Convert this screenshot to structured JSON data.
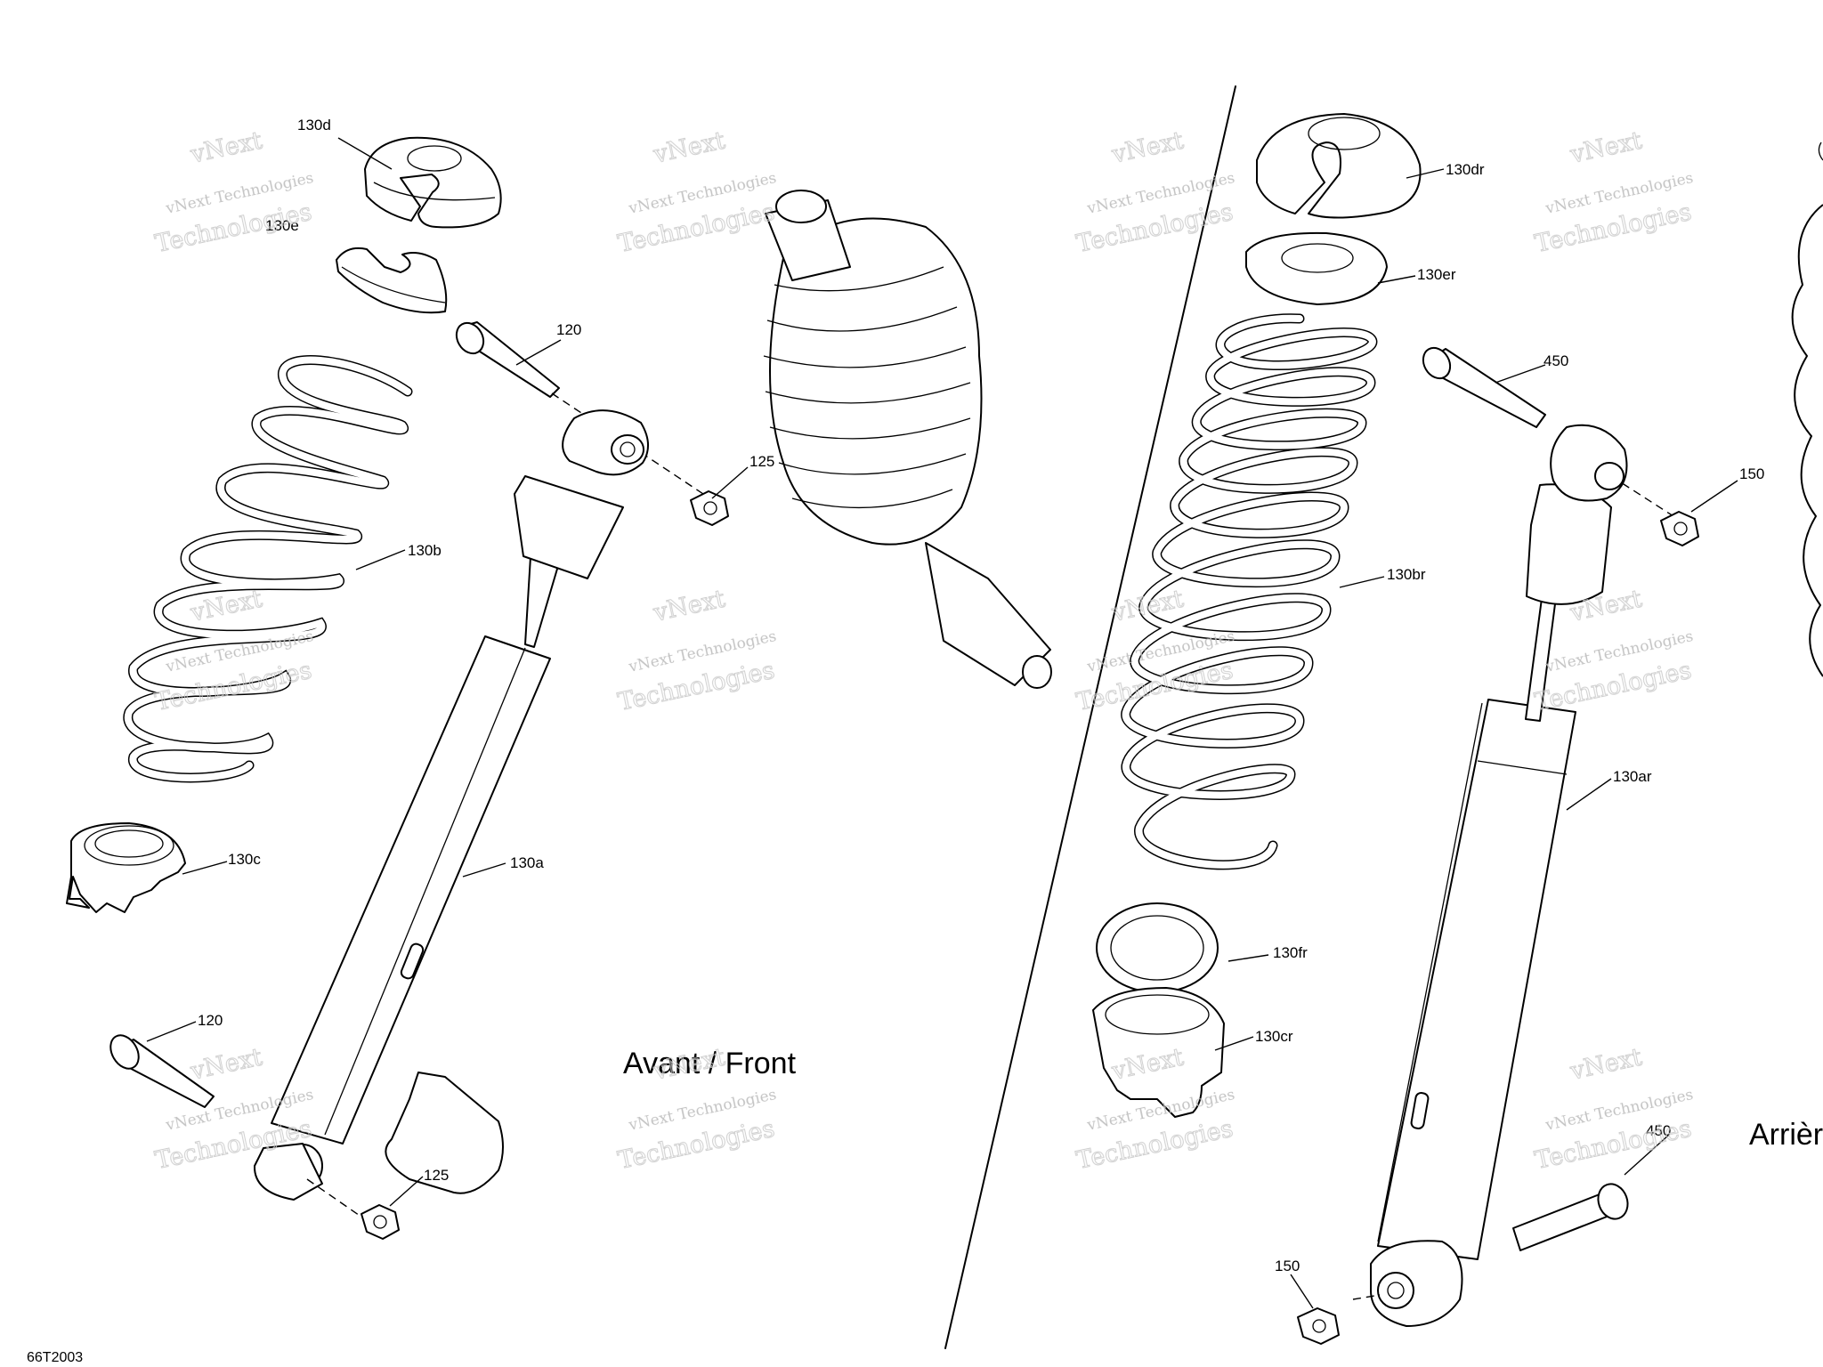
{
  "diagram_code": "66T2003",
  "sections": {
    "front_title": "Avant / Front",
    "rear_title": "Arrièr"
  },
  "watermark": {
    "line1": "vNext",
    "line2": "vNext Technologies",
    "line3": "Technologies"
  },
  "parts": {
    "front": [
      {
        "ref": "130d",
        "name": "front-upper-cap"
      },
      {
        "ref": "130e",
        "name": "front-upper-washer"
      },
      {
        "ref": "120",
        "name": "front-upper-bolt"
      },
      {
        "ref": "125",
        "name": "front-upper-nut"
      },
      {
        "ref": "130b",
        "name": "front-spring"
      },
      {
        "ref": "130c",
        "name": "front-spring-seat"
      },
      {
        "ref": "130a",
        "name": "front-shock-body"
      },
      {
        "ref": "120",
        "name": "front-lower-bolt"
      },
      {
        "ref": "125",
        "name": "front-lower-nut"
      }
    ],
    "rear": [
      {
        "ref": "130dr",
        "name": "rear-upper-cap"
      },
      {
        "ref": "130er",
        "name": "rear-upper-washer"
      },
      {
        "ref": "450",
        "name": "rear-upper-bolt"
      },
      {
        "ref": "150",
        "name": "rear-upper-nut"
      },
      {
        "ref": "130br",
        "name": "rear-spring"
      },
      {
        "ref": "130ar",
        "name": "rear-shock-body"
      },
      {
        "ref": "130fr",
        "name": "rear-spring-ring"
      },
      {
        "ref": "130cr",
        "name": "rear-spring-seat"
      },
      {
        "ref": "450",
        "name": "rear-lower-bolt"
      },
      {
        "ref": "150",
        "name": "rear-lower-nut"
      }
    ]
  }
}
